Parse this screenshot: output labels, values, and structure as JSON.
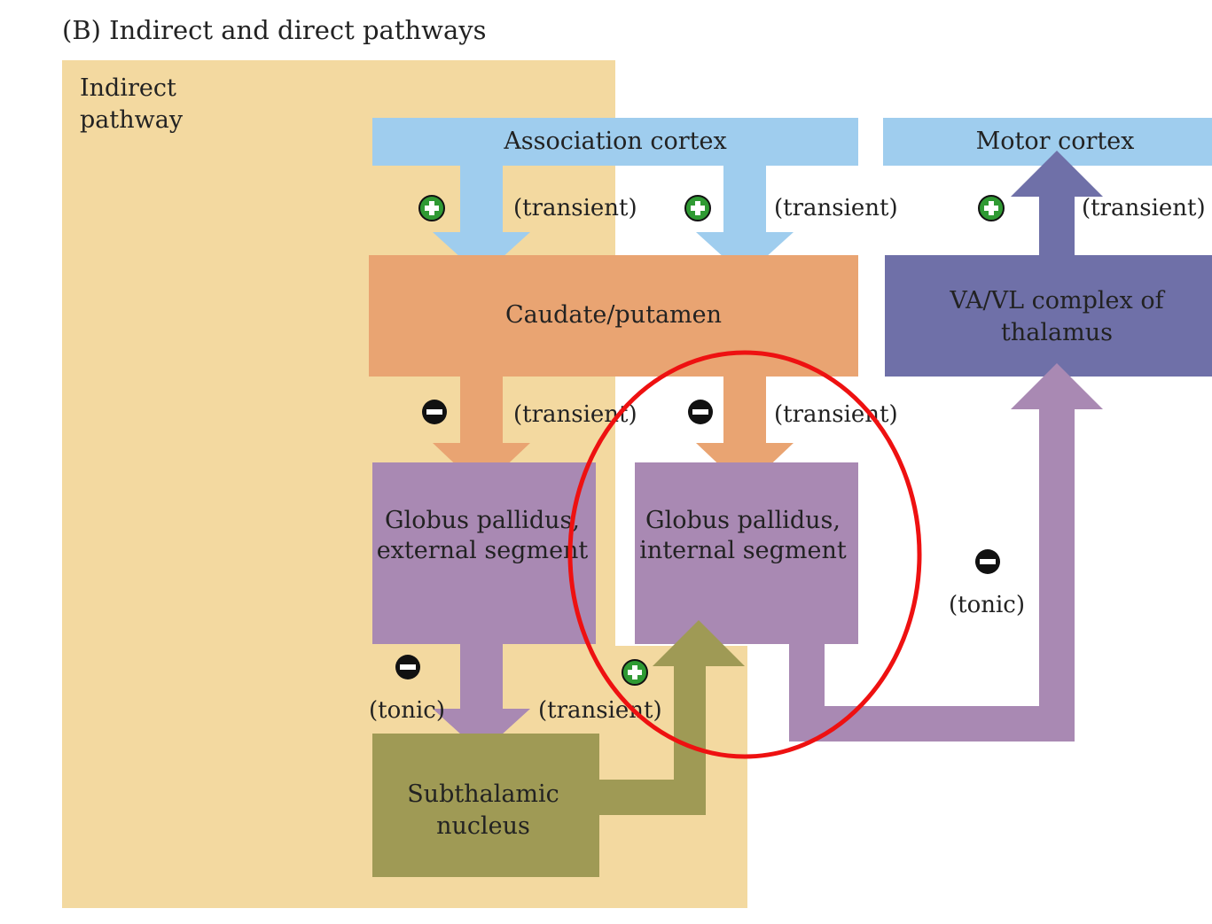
{
  "figure_title": "(B)  Indirect and direct pathways",
  "indirect_label": [
    "Indirect",
    "pathway"
  ],
  "boxes": {
    "association_cortex": "Association cortex",
    "motor_cortex": "Motor cortex",
    "caudate_putamen": "Caudate/putamen",
    "va_vl": [
      "VA/VL complex of",
      "thalamus"
    ],
    "gp_external": [
      "Globus pallidus,",
      "external segment"
    ],
    "gp_internal": [
      "Globus pallidus,",
      "internal segment"
    ],
    "subthalamic": [
      "Subthalamic",
      "nucleus"
    ]
  },
  "signals": {
    "assoc_to_caudate_left": "(transient)",
    "assoc_to_caudate_right": "(transient)",
    "thalamus_to_motor": "(transient)",
    "caudate_to_gpe": "(transient)",
    "caudate_to_gpi": "(transient)",
    "gpi_to_thalamus": "(tonic)",
    "gpe_to_stn": "(tonic)",
    "stn_to_gpi": "(transient)"
  },
  "colors": {
    "indirect_bg": "#f3d9a0",
    "cortex": "#9fcdee",
    "caudate": "#e9a472",
    "thalamus": "#6f70a8",
    "globus": "#a989b3",
    "subthalamic": "#9f9a55",
    "excitatory": "#2f9a33",
    "inhibitory": "#111111",
    "highlight": "#ee1111"
  }
}
